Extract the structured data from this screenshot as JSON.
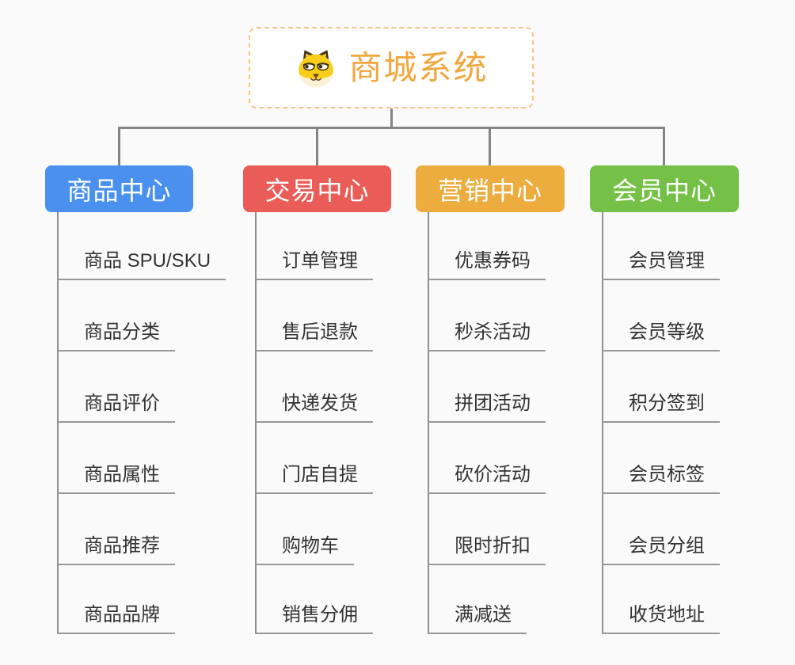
{
  "page": {
    "background_color": "#fafafa",
    "connector_color": "#848484"
  },
  "root": {
    "title": "商城系统",
    "icon": "shiba-dog-icon",
    "text_color": "#f0a73e",
    "border_color": "#f6c588"
  },
  "branches": [
    {
      "label": "商品中心",
      "color": "#4a90ee",
      "children": [
        "商品 SPU/SKU",
        "商品分类",
        "商品评价",
        "商品属性",
        "商品推荐",
        "商品品牌"
      ]
    },
    {
      "label": "交易中心",
      "color": "#ea5c57",
      "children": [
        "订单管理",
        "售后退款",
        "快递发货",
        "门店自提",
        "购物车",
        "销售分佣"
      ]
    },
    {
      "label": "营销中心",
      "color": "#ecac3e",
      "children": [
        "优惠券码",
        "秒杀活动",
        "拼团活动",
        "砍价活动",
        "限时折扣",
        "满减送"
      ]
    },
    {
      "label": "会员中心",
      "color": "#75c147",
      "children": [
        "会员管理",
        "会员等级",
        "积分签到",
        "会员标签",
        "会员分组",
        "收货地址"
      ]
    }
  ]
}
